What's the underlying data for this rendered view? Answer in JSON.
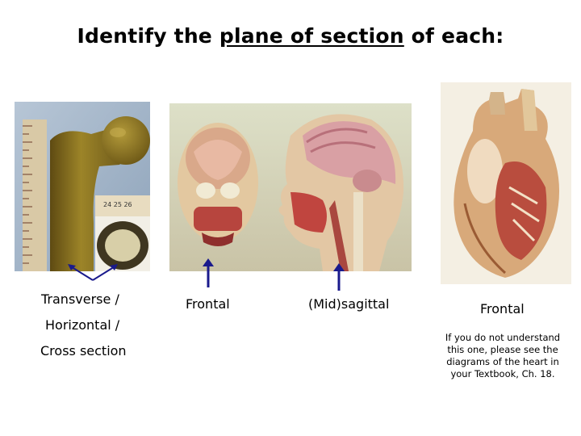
{
  "title": {
    "prefix": "Identify the ",
    "underlined": "plane of section",
    "suffix": " of each:"
  },
  "items": [
    {
      "lines": [
        "Transverse /",
        "Horizontal /",
        "Cross section"
      ]
    },
    {
      "label": "Frontal"
    },
    {
      "label": "(Mid)sagittal"
    },
    {
      "label": "Frontal"
    }
  ],
  "note": "If you do not understand this one, please see the diagrams of the heart in your Textbook, Ch. 18.",
  "ruler_text": "24 25 26",
  "colors": {
    "arrow": "#1a1a8c",
    "femur": "#8a7420",
    "background_photo": "#9fb3c8"
  }
}
